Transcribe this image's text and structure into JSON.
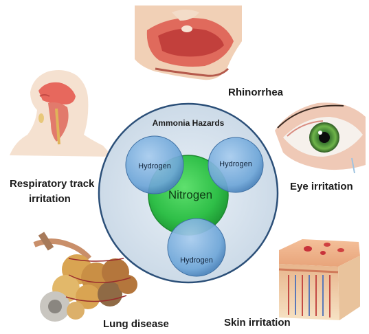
{
  "diagram": {
    "center_title": "Ammonia Hazards",
    "molecule": {
      "nitrogen": "Nitrogen",
      "hydrogen_left": "Hydrogen",
      "hydrogen_right": "Hydrogen",
      "hydrogen_bottom": "Hydrogen"
    },
    "hazards": {
      "rhinorrhea": "Rhinorrhea",
      "respiratory_line1": "Respiratory track",
      "respiratory_line2": "irritation",
      "eye": "Eye irritation",
      "lung": "Lung disease",
      "skin": "Skin irritation"
    },
    "colors": {
      "outer_circle": "#dde8f1",
      "outer_border": "#2b4f78",
      "nitrogen": "#33c24a",
      "hydrogen": "#7fb0dd",
      "tissue": "#e05a4e",
      "skin": "#f1c9a5"
    }
  }
}
